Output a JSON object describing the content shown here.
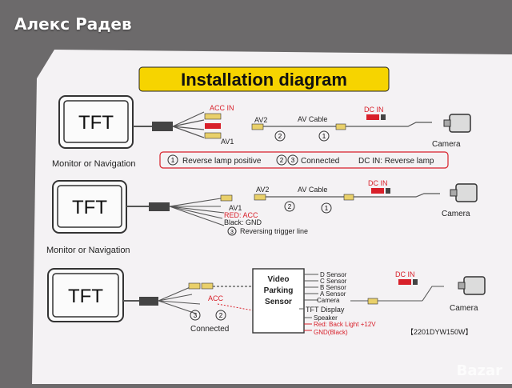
{
  "overlay_title": "Алекс Радев",
  "watermark": "Bazar",
  "header": {
    "title": "Installation diagram"
  },
  "common": {
    "tft": "TFT",
    "camera": "Camera",
    "monitor": "Monitor or Navigation",
    "dc_in": "DC IN",
    "av_cable": "AV Cable",
    "av1": "AV1",
    "av2": "AV2",
    "acc_in": "ACC IN",
    "acc": "ACC",
    "n1": "1",
    "n2": "2",
    "n3": "3"
  },
  "legend": {
    "item1": "Reverse lamp positive",
    "item23": "Connected",
    "dc": "DC IN: Reverse lamp"
  },
  "diagram2": {
    "red_acc": "RED: ACC",
    "black_gnd": "Black: GND",
    "trigger": "Reversing trigger line"
  },
  "diagram3": {
    "box_lines": [
      "Video",
      "Parking",
      "Sensor"
    ],
    "sensors": [
      "D Sensor",
      "C Sensor",
      "B Sensor",
      "A Sensor"
    ],
    "camera_line": "Camera",
    "tft_display": "TFT Display",
    "speaker": "Speaker",
    "red_back": "Red: Back Light +12V",
    "gnd": "GND(Black)",
    "connected": "Connected",
    "model": "2201DYW150W"
  },
  "colors": {
    "yellow_band": "#f6d400",
    "red": "#d8202a",
    "line": "#555555",
    "paper": "#f4f2f4"
  }
}
